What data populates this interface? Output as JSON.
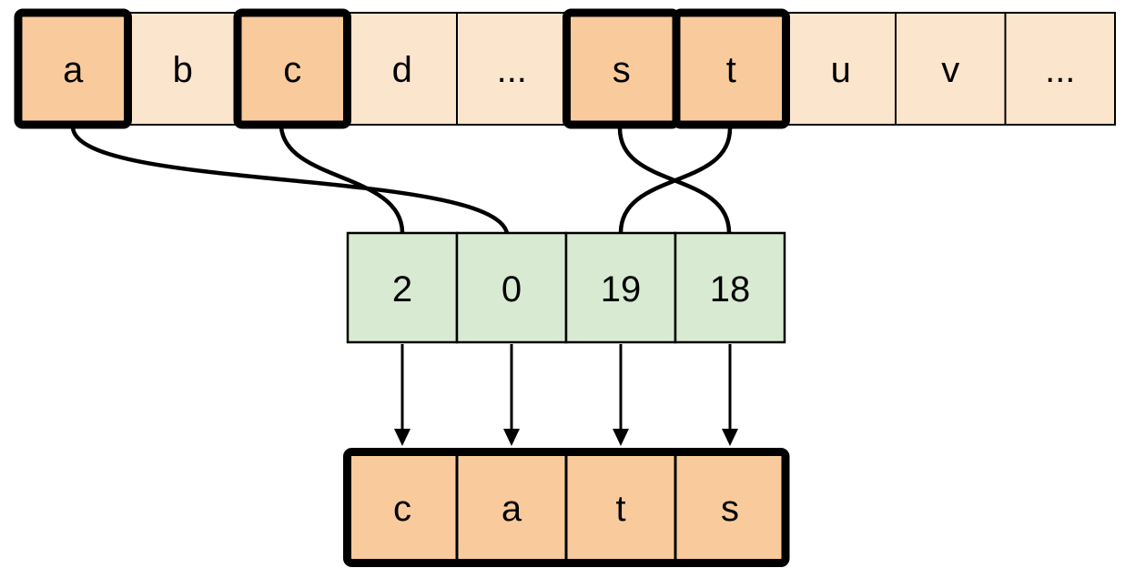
{
  "colors": {
    "background": "#ffffff",
    "cell_light": "#fce5cd",
    "cell_highlight": "#f9cb9c",
    "cell_green": "#d9ead3",
    "stroke": "#000000"
  },
  "alphabet_row": {
    "cells": [
      {
        "label": "a",
        "highlighted": true
      },
      {
        "label": "b",
        "highlighted": false
      },
      {
        "label": "c",
        "highlighted": true
      },
      {
        "label": "d",
        "highlighted": false
      },
      {
        "label": "...",
        "highlighted": false
      },
      {
        "label": "s",
        "highlighted": true
      },
      {
        "label": "t",
        "highlighted": true
      },
      {
        "label": "u",
        "highlighted": false
      },
      {
        "label": "v",
        "highlighted": false
      },
      {
        "label": "...",
        "highlighted": false
      }
    ]
  },
  "index_row": {
    "cells": [
      {
        "label": "2"
      },
      {
        "label": "0"
      },
      {
        "label": "19"
      },
      {
        "label": "18"
      }
    ]
  },
  "output_row": {
    "cells": [
      {
        "label": "c"
      },
      {
        "label": "a"
      },
      {
        "label": "t"
      },
      {
        "label": "s"
      }
    ]
  },
  "connections": [
    {
      "from": "a",
      "to": "0"
    },
    {
      "from": "c",
      "to": "2"
    },
    {
      "from": "s",
      "to": "18"
    },
    {
      "from": "t",
      "to": "19"
    }
  ]
}
